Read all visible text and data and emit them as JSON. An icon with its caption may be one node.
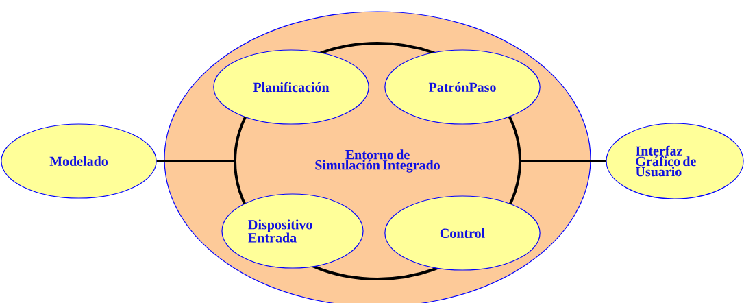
{
  "diagram": {
    "nodes": [
      {
        "text": [],
        "shape": "circle"
      },
      {
        "text": [
          "Entorno de Simulación Integrado"
        ],
        "in": 0
      },
      {
        "text": [
          "Planificación"
        ],
        "in": 0
      },
      {
        "text": [
          "PatrónPaso"
        ],
        "in": 0
      },
      {
        "text": [
          "Dispositivo Entrada"
        ],
        "in": 0
      },
      {
        "text": [
          "Control"
        ],
        "in": 0
      },
      {
        "text": [
          "Modelado"
        ]
      },
      {
        "text": [
          "Interfaz Gráfico de Usuario"
        ]
      }
    ],
    "edges": [
      {
        "from": 6,
        "to": 1,
        "arrow": "none"
      },
      {
        "from": 1,
        "to": 7,
        "arrow": "none"
      }
    ]
  }
}
